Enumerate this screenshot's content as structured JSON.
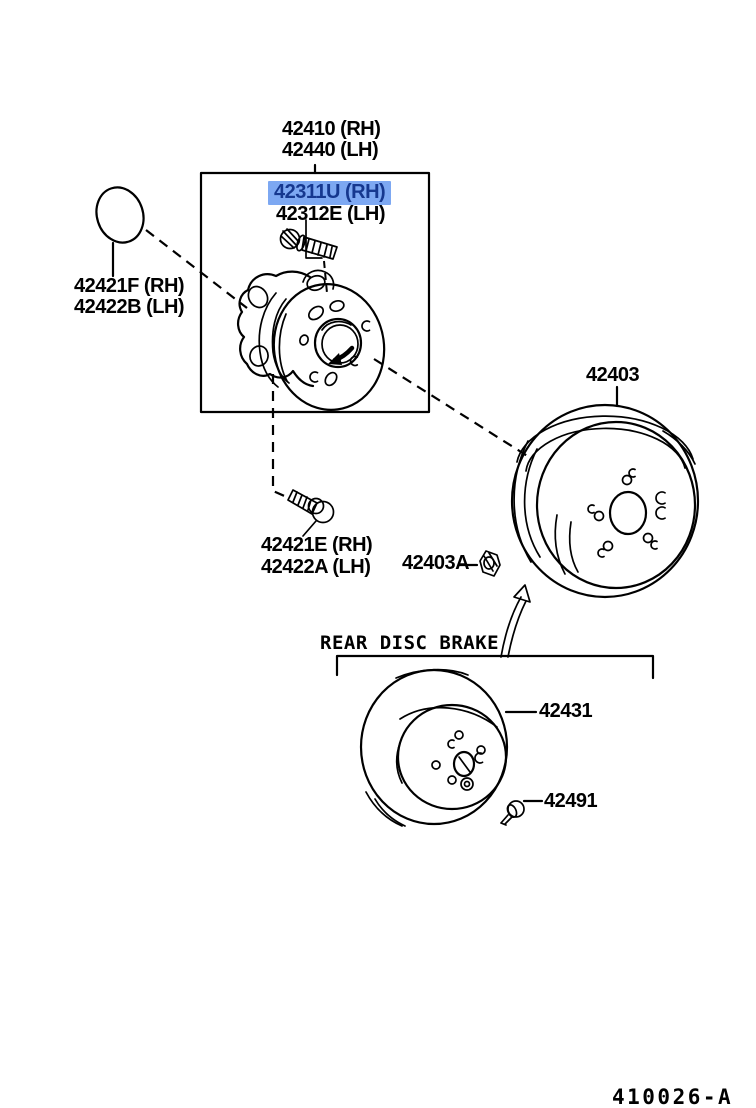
{
  "page": {
    "background": "#ffffff",
    "section_title": "REAR DISC BRAKE",
    "footer_code": "410026-A"
  },
  "colors": {
    "line": "#000000",
    "highlight_bg": "#7da8f2",
    "highlight_text": "#16388f"
  },
  "parts": {
    "hub_assembly": {
      "rh": "42410 (RH)",
      "lh": "42440 (LH)"
    },
    "hub_bearing": {
      "rh": "42311U (RH)",
      "lh": "42312E (LH)"
    },
    "grease_cap": {
      "rh": "42421F (RH)",
      "lh": "42422B (LH)"
    },
    "hub_bolt": {
      "rh": "42421E (RH)",
      "lh": "42422A (LH)"
    },
    "brake_drum": {
      "code": "42403"
    },
    "drum_nut": {
      "code": "42403A"
    },
    "brake_disc": {
      "code": "42431"
    },
    "disc_screw": {
      "code": "42491"
    }
  }
}
